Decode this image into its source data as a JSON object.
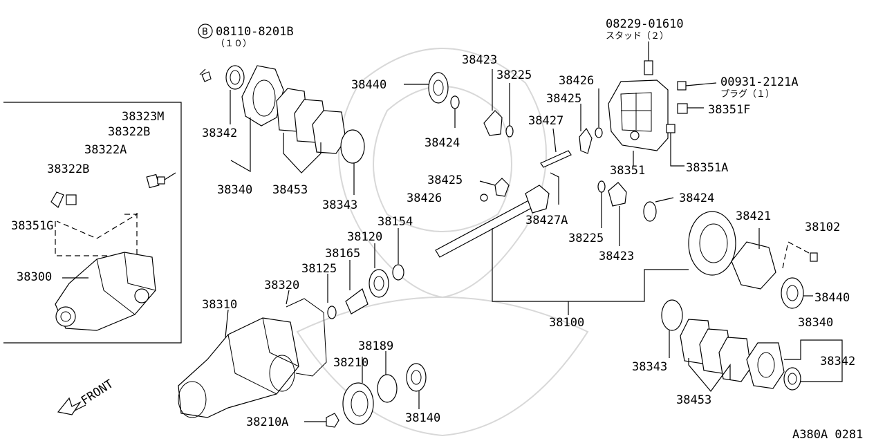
{
  "diagram": {
    "code": "A380A 0281",
    "front_label": "FRONT",
    "bolt_symbol": "B",
    "bolt_part": "08110-8201B",
    "bolt_qty": "（１０）",
    "stud_part": "08229-01610",
    "stud_note": "スタッド（２）",
    "plug_part": "00931-2121A",
    "plug_note": "プラグ（１）",
    "parts": [
      "38323M",
      "38322B",
      "38322A",
      "38322B",
      "38351G",
      "38300",
      "38342",
      "38340",
      "38453",
      "38343",
      "38440",
      "38423",
      "38225",
      "38424",
      "38426",
      "38425",
      "38427",
      "38351F",
      "38351",
      "38351A",
      "38425",
      "38426",
      "38427A",
      "38424",
      "38225",
      "38423",
      "38154",
      "38120",
      "38165",
      "38125",
      "38320",
      "38310",
      "38421",
      "38102",
      "38440",
      "38100",
      "38189",
      "38210",
      "38140",
      "38210A",
      "38343",
      "38453",
      "38340",
      "38342"
    ]
  }
}
